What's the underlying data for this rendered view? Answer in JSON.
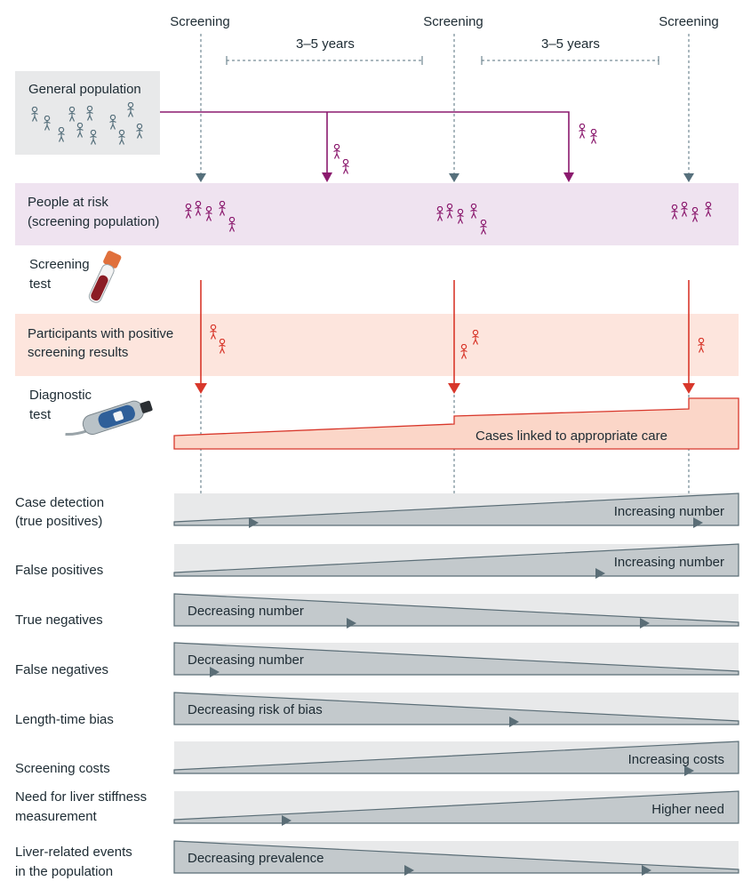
{
  "timeline": {
    "screenings": [
      "Screening",
      "Screening",
      "Screening"
    ],
    "intervals": [
      "3–5 years",
      "3–5 years"
    ]
  },
  "rows": {
    "general_population": "General population",
    "people_at_risk": [
      "People at risk",
      "(screening population)"
    ],
    "screening_test": [
      "Screening",
      "test"
    ],
    "positive_results": [
      "Participants with positive",
      "screening results"
    ],
    "diagnostic_test": [
      "Diagnostic",
      "test"
    ],
    "cases_linked": "Cases linked to appropriate care"
  },
  "metrics": [
    {
      "label": [
        "Case detection",
        "(true positives)"
      ],
      "trend": "Increasing number",
      "direction": "increasing"
    },
    {
      "label": [
        "False positives"
      ],
      "trend": "Increasing number",
      "direction": "increasing"
    },
    {
      "label": [
        "True negatives"
      ],
      "trend": "Decreasing number",
      "direction": "decreasing"
    },
    {
      "label": [
        "False negatives"
      ],
      "trend": "Decreasing number",
      "direction": "decreasing"
    },
    {
      "label": [
        "Length-time bias"
      ],
      "trend": "Decreasing risk of bias",
      "direction": "decreasing"
    },
    {
      "label": [
        "Screening costs"
      ],
      "trend": "Increasing costs",
      "direction": "increasing"
    },
    {
      "label": [
        "Need for liver stiffness",
        "measurement"
      ],
      "trend": "Higher need",
      "direction": "increasing"
    },
    {
      "label": [
        "Liver-related events",
        "in the population"
      ],
      "trend": "Decreasing prevalence",
      "direction": "decreasing"
    }
  ],
  "colors": {
    "grey_band": "#e8e9ea",
    "purple": "#8b1a6e",
    "purple_band": "#efe3f0",
    "orange_band": "#fde5dd",
    "red": "#d8372b",
    "slate": "#56707c",
    "wedge_fill": "#c3c9cc",
    "wedge_stroke": "#5a6d76",
    "wedge_bg": "#e8e9ea"
  }
}
